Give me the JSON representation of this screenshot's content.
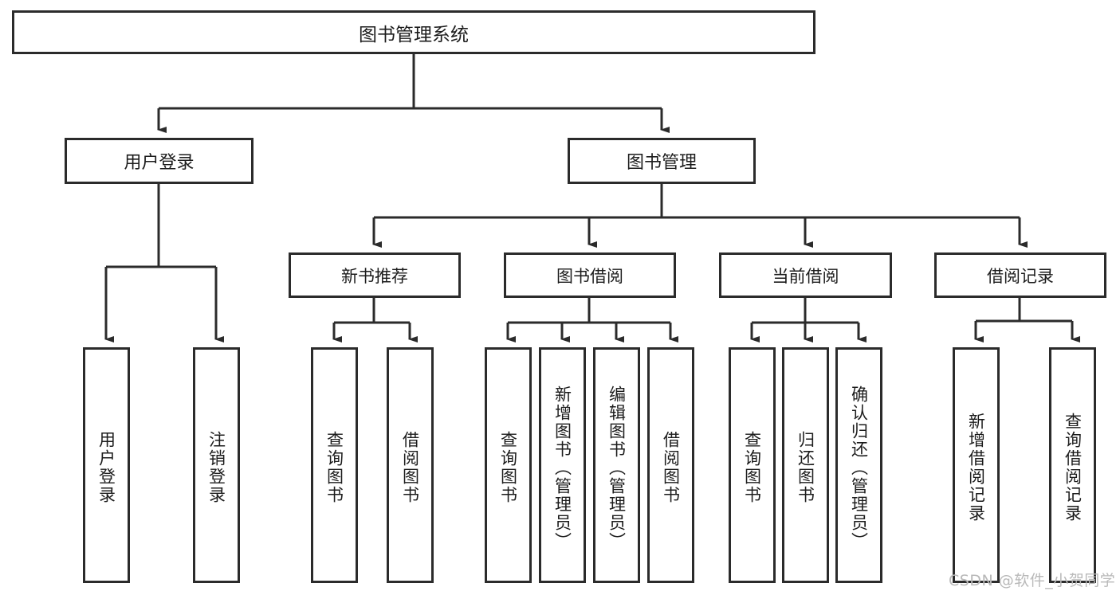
{
  "diagram": {
    "title": "图书管理系统",
    "type": "tree-hierarchy-diagram",
    "root": "图书管理系统",
    "level2": [
      {
        "label": "用户登录"
      },
      {
        "label": "图书管理"
      }
    ],
    "level3": [
      {
        "label": "新书推荐"
      },
      {
        "label": "图书借阅"
      },
      {
        "label": "当前借阅"
      },
      {
        "label": "借阅记录"
      }
    ],
    "leaves": {
      "user_login": [
        {
          "label": "用户登录"
        },
        {
          "label": "注销登录"
        }
      ],
      "new_book_recommend": [
        {
          "label": "查询图书"
        },
        {
          "label": "借阅图书"
        }
      ],
      "book_borrow": [
        {
          "label": "查询图书"
        },
        {
          "label": "新增图书（管理员）"
        },
        {
          "label": "编辑图书（管理员）"
        },
        {
          "label": "借阅图书"
        }
      ],
      "current_borrow": [
        {
          "label": "查询图书"
        },
        {
          "label": "归还图书"
        },
        {
          "label": "确认归还（管理员）"
        }
      ],
      "borrow_records": [
        {
          "label": "新增借阅记录"
        },
        {
          "label": "查询借阅记录"
        }
      ]
    },
    "colors": {
      "stroke": "#2b2b2b",
      "fill": "#ffffff",
      "text": "#1c1c1c",
      "watermark": "#b9b9b9"
    }
  },
  "watermark": {
    "text": "CSDN @软件_小贺同学"
  }
}
